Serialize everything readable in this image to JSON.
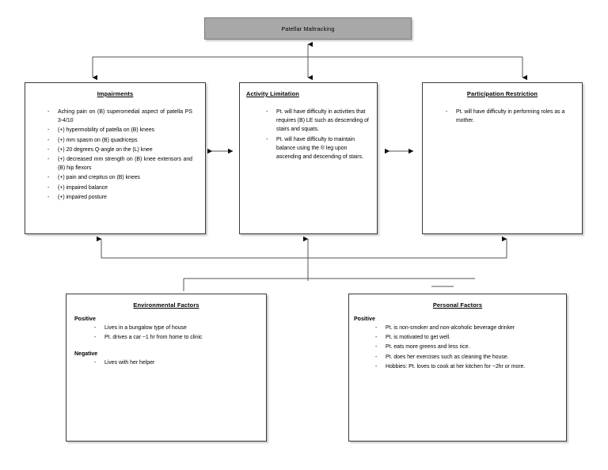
{
  "diagram": {
    "title": "Patellar Maltracking",
    "boxes": {
      "impairments": {
        "heading": "Impairments",
        "items": [
          "Aching pain on (B) superomedial aspect of patella PS 3-4/10",
          "(+) hypermobility of patella on (B) knees",
          "(+) mm spasm on (B) quadriceps",
          "(+) 20 degrees Q-angle on the (L) knee",
          "(+) decreased mm strength on (B) knee extensors and (B) hip flexors",
          "(+) pain and crepitus on (B) knees",
          "(+) impaired balance",
          "(+) impaired posture"
        ]
      },
      "activity_limitation": {
        "heading": "Activity Limitation",
        "items": [
          "Pt. will have difficulty in activities that requires (B) LE such as descending of stairs and squats.",
          "Pt. will have difficulty to maintain balance using the ® leg upon ascending and descending of stairs."
        ]
      },
      "participation_restriction": {
        "heading": "Participation Restriction",
        "items": [
          "Pt. will have difficulty in performing roles as a mother."
        ]
      },
      "environmental_factors": {
        "heading": "Environmental Factors",
        "positive_label": "Positive",
        "positive_items": [
          "Lives in a bungalow type of house",
          "Pt. drives a car ~1 hr from home to clinic"
        ],
        "negative_label": "Negative",
        "negative_items": [
          "Lives with her helper"
        ]
      },
      "personal_factors": {
        "heading": "Personal Factors",
        "positive_label": "Positive",
        "positive_items": [
          "Pt. is non-smoker and non-alcoholic beverage drinker",
          "Pt. is motivated to get well.",
          "Pt. eats more greens and less rice.",
          "Pt. does her exercises such as cleaning the house.",
          "Hobbies: Pt. loves to cook at her kitchen for ~2hr or more."
        ]
      }
    },
    "colors": {
      "title_fill": "#a8a8a8",
      "box_border": "#3a3a3a",
      "connector": "#555555",
      "background": "#ffffff"
    }
  }
}
